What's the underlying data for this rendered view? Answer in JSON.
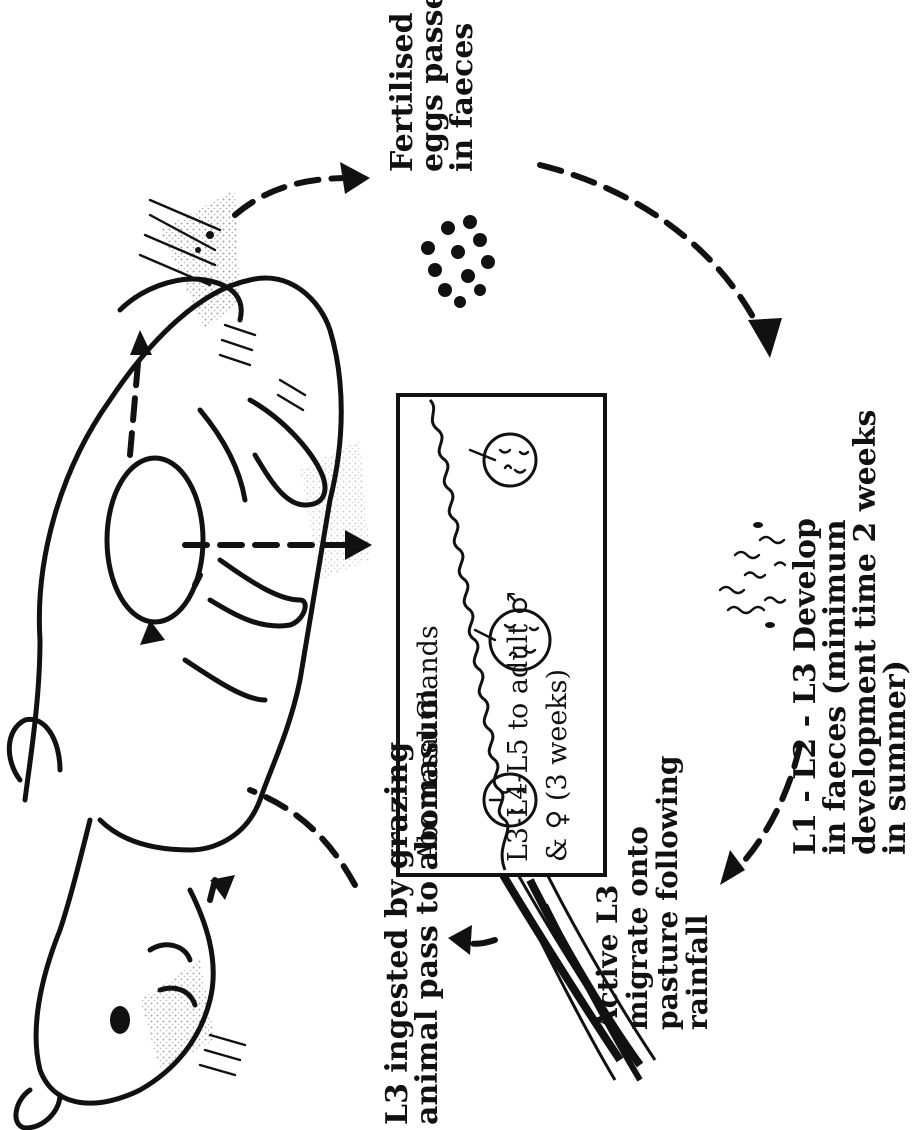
{
  "diagram": {
    "labels": {
      "eggs": [
        "Fertilised",
        "eggs passed",
        "in faeces"
      ],
      "develop": [
        "L1 - L2 - L3  Develop",
        "in faeces (minimum",
        "development time 2 weeks",
        "in summer)"
      ],
      "migrate": [
        "Active L3",
        "migrate onto",
        "pasture following",
        "rainfall"
      ],
      "ingested": [
        "L3 ingested by grazing",
        "animal pass to abomasum"
      ]
    },
    "box": {
      "title": "Abomasal  Glands",
      "line2": "L3-L4-L5 to adult ♂",
      "line3": "& ♀ (3 weeks)"
    },
    "colors": {
      "ink": "#111111",
      "paper": "#ffffff"
    }
  }
}
